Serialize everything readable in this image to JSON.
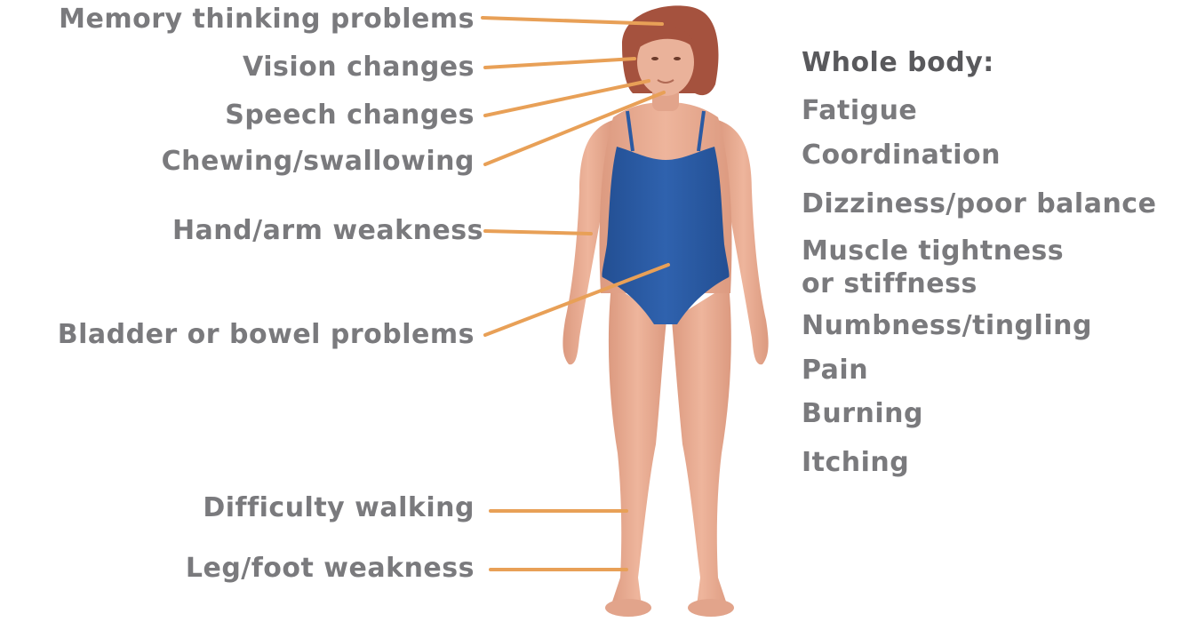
{
  "left_labels": [
    {
      "key": "memory",
      "text": "Memory thinking problems"
    },
    {
      "key": "vision",
      "text": "Vision changes"
    },
    {
      "key": "speech",
      "text": "Speech changes"
    },
    {
      "key": "chewing",
      "text": "Chewing/swallowing"
    },
    {
      "key": "hand",
      "text": "Hand/arm weakness"
    },
    {
      "key": "bladder",
      "text": "Bladder or bowel problems"
    },
    {
      "key": "walking",
      "text": "Difficulty walking"
    },
    {
      "key": "leg",
      "text": "Leg/foot weakness"
    }
  ],
  "whole_body": {
    "heading": "Whole body:",
    "items": [
      "Fatigue",
      "Coordination",
      "Dizziness/poor balance",
      "Muscle tightness",
      "or stiffness",
      "Numbness/tingling",
      "Pain",
      "Burning",
      "Itching"
    ]
  },
  "colors": {
    "label_text": "#7a7a7d",
    "heading_text": "#59595c",
    "leader_line": "#e8a057",
    "skin": "#e6a98f",
    "skin_shade": "#d69279",
    "swimsuit": "#2a5aa3",
    "hair": "#a5523e"
  }
}
